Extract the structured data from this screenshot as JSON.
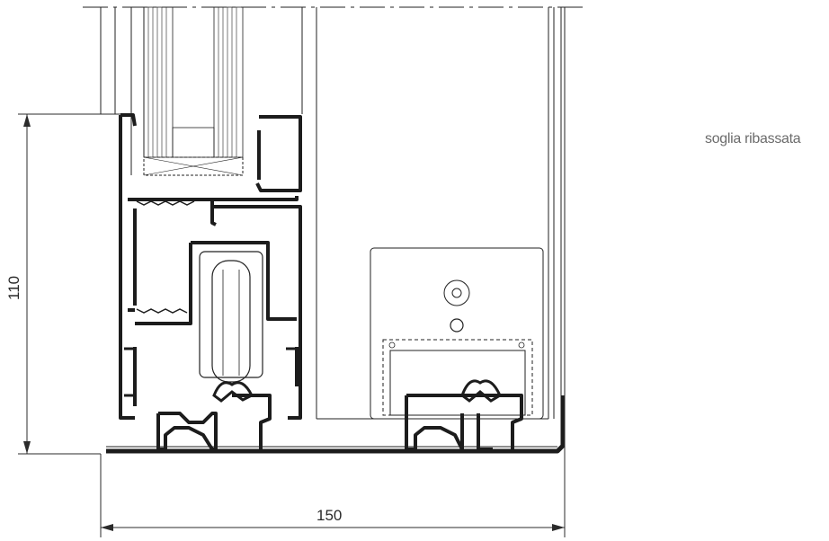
{
  "caption": "soglia ribassata",
  "dimensions": {
    "width_label": "150",
    "height_label": "110"
  },
  "colors": {
    "line": "#1e1e1e",
    "thin_line": "#2b2b2b",
    "caption": "#6b6b6b",
    "fill_dark": "#1c1c1c"
  }
}
